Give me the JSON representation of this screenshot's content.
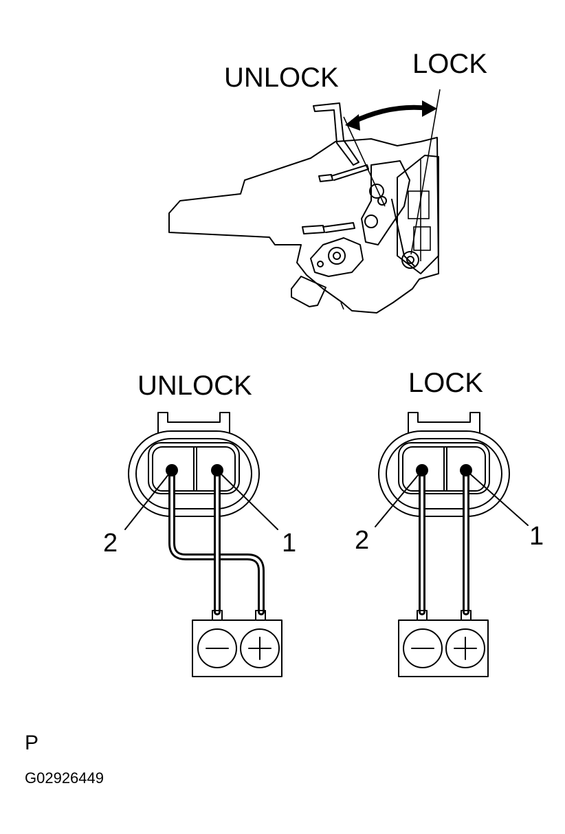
{
  "top_view": {
    "unlock_label": "UNLOCK",
    "lock_label": "LOCK"
  },
  "connectors": [
    {
      "title": "UNLOCK",
      "pin_left": "2",
      "pin_right": "1"
    },
    {
      "title": "LOCK",
      "pin_left": "2",
      "pin_right": "1"
    }
  ],
  "footer": {
    "p_code": "P",
    "figure_code": "G02926449"
  }
}
